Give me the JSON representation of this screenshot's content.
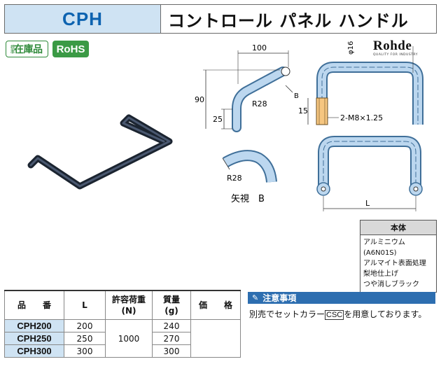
{
  "header": {
    "code": "CPH",
    "title": "コントロール パネル ハンドル"
  },
  "badges": {
    "stock_small": "標準",
    "stock_big": "在庫品",
    "rohs": "RoHS"
  },
  "brand": {
    "name": "Rohde",
    "tagline": "QUALITY FOR INDUSTRY"
  },
  "drawing": {
    "dim_100": "100",
    "dim_90": "90",
    "dim_25": "25",
    "radius": "R28",
    "view_arrow": "B",
    "dia": "φ16",
    "dim_15": "15",
    "thread": "2-M8×1.25",
    "view_b_radius": "R28",
    "view_b_label": "矢視　B",
    "dim_L": "L"
  },
  "spec": {
    "header": "本体",
    "lines": [
      "アルミニウム(A6N01S)",
      "アルマイト表面処理",
      "梨地仕上げ",
      "つや消しブラック"
    ]
  },
  "table": {
    "headers": {
      "part_no": "品　　番",
      "L": "L",
      "load": "許容荷重",
      "load_unit": "(N)",
      "mass": "質量",
      "mass_unit": "(g)",
      "price": "価　　格"
    },
    "load_value": "1000",
    "rows": [
      {
        "code": "CPH200",
        "L": "200",
        "mass": "240",
        "price": ""
      },
      {
        "code": "CPH250",
        "L": "250",
        "mass": "270",
        "price": ""
      },
      {
        "code": "CPH300",
        "L": "300",
        "mass": "300",
        "price": ""
      }
    ]
  },
  "notes": {
    "heading": "注意事項",
    "text_before": "別売でセットカラー",
    "code": "CSC",
    "text_after": "を用意しております。"
  },
  "colors": {
    "accent_blue": "#0d63b0",
    "header_fill": "#cfe3f3",
    "rohs_green": "#3b9a45",
    "notes_blue": "#2d6eb0"
  }
}
